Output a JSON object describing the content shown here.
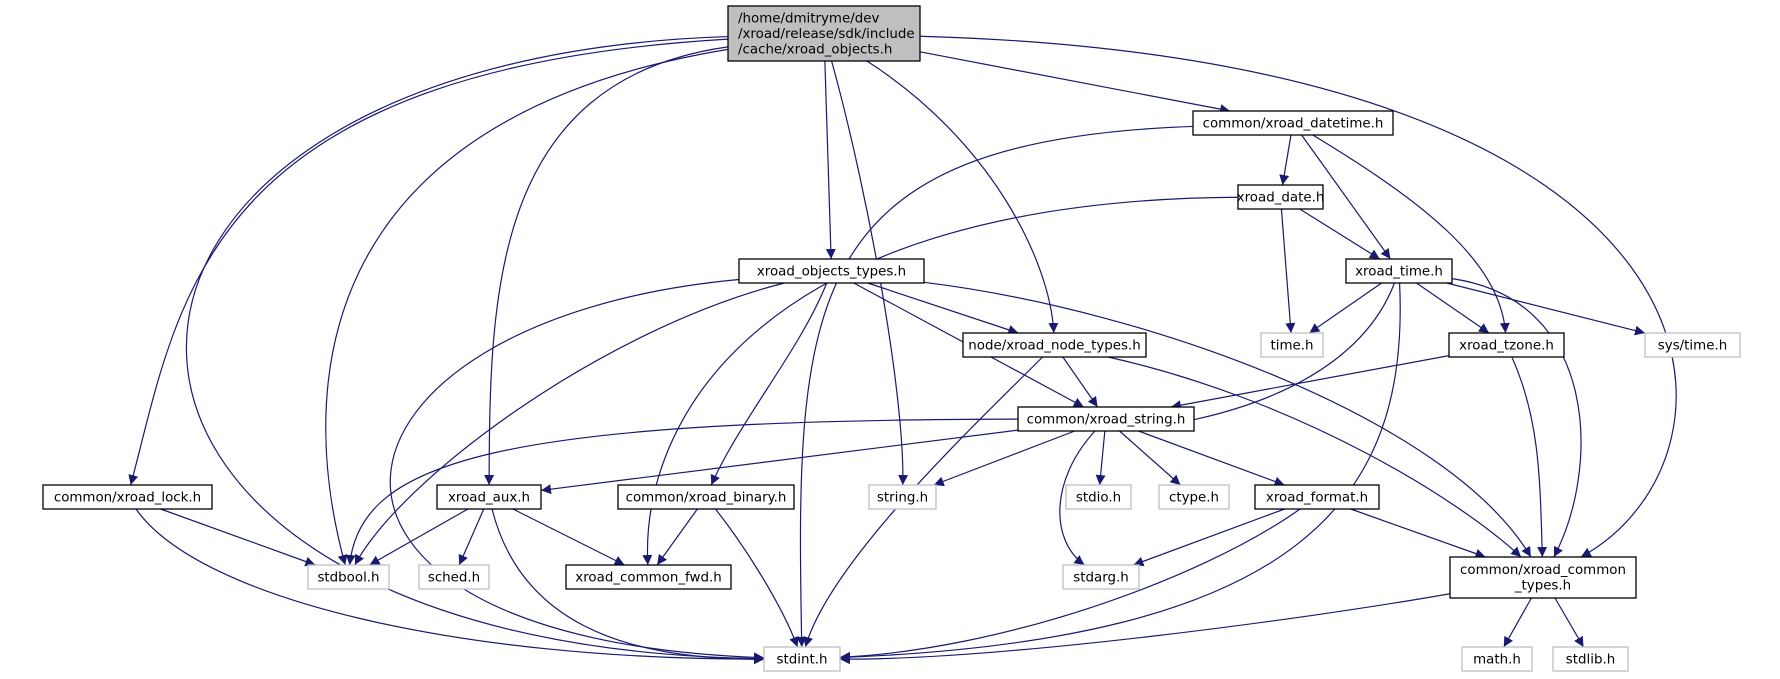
{
  "colors": {
    "edge": "#191970",
    "root_fill": "#bfbfbf",
    "root_border": "#000000",
    "project_border": "#000000",
    "system_border": "#bfbfbf",
    "system_text": "#808080"
  },
  "diagram": {
    "type": "include-dependency-graph",
    "nodes": [
      {
        "id": "root",
        "kind": "root",
        "lines": [
          "/home/dmitryme/dev",
          "/xroad/release/sdk/include",
          "/cache/xroad_objects.h"
        ]
      },
      {
        "id": "datetime",
        "kind": "project",
        "lines": [
          "common/xroad_datetime.h"
        ]
      },
      {
        "id": "date",
        "kind": "project",
        "lines": [
          "xroad_date.h"
        ]
      },
      {
        "id": "objtypes",
        "kind": "project",
        "lines": [
          "xroad_objects_types.h"
        ]
      },
      {
        "id": "time",
        "kind": "project",
        "lines": [
          "xroad_time.h"
        ]
      },
      {
        "id": "nodetypes",
        "kind": "project",
        "lines": [
          "node/xroad_node_types.h"
        ]
      },
      {
        "id": "timeh",
        "kind": "system",
        "lines": [
          "time.h"
        ]
      },
      {
        "id": "tzone",
        "kind": "project",
        "lines": [
          "xroad_tzone.h"
        ]
      },
      {
        "id": "systime",
        "kind": "system",
        "lines": [
          "sys/time.h"
        ]
      },
      {
        "id": "string",
        "kind": "project",
        "lines": [
          "common/xroad_string.h"
        ]
      },
      {
        "id": "lock",
        "kind": "project",
        "lines": [
          "common/xroad_lock.h"
        ]
      },
      {
        "id": "aux",
        "kind": "project",
        "lines": [
          "xroad_aux.h"
        ]
      },
      {
        "id": "binary",
        "kind": "project",
        "lines": [
          "common/xroad_binary.h"
        ]
      },
      {
        "id": "stringh",
        "kind": "system",
        "lines": [
          "string.h"
        ]
      },
      {
        "id": "stdio",
        "kind": "system",
        "lines": [
          "stdio.h"
        ]
      },
      {
        "id": "ctype",
        "kind": "system",
        "lines": [
          "ctype.h"
        ]
      },
      {
        "id": "format",
        "kind": "project",
        "lines": [
          "xroad_format.h"
        ]
      },
      {
        "id": "stdbool",
        "kind": "system",
        "lines": [
          "stdbool.h"
        ]
      },
      {
        "id": "sched",
        "kind": "system",
        "lines": [
          "sched.h"
        ]
      },
      {
        "id": "fwd",
        "kind": "project",
        "lines": [
          "xroad_common_fwd.h"
        ]
      },
      {
        "id": "stdarg",
        "kind": "system",
        "lines": [
          "stdarg.h"
        ]
      },
      {
        "id": "common",
        "kind": "project",
        "lines": [
          "common/xroad_common",
          "_types.h"
        ]
      },
      {
        "id": "stdint",
        "kind": "system",
        "lines": [
          "stdint.h"
        ]
      },
      {
        "id": "math",
        "kind": "system",
        "lines": [
          "math.h"
        ]
      },
      {
        "id": "stdlib",
        "kind": "system",
        "lines": [
          "stdlib.h"
        ]
      }
    ],
    "edges": [
      {
        "from": "root",
        "to": "stdint"
      },
      {
        "from": "root",
        "to": "lock"
      },
      {
        "from": "root",
        "to": "stdbool"
      },
      {
        "from": "root",
        "to": "aux"
      },
      {
        "from": "root",
        "to": "objtypes"
      },
      {
        "from": "root",
        "to": "stringh"
      },
      {
        "from": "root",
        "to": "nodetypes"
      },
      {
        "from": "root",
        "to": "datetime"
      },
      {
        "from": "root",
        "to": "common"
      },
      {
        "from": "datetime",
        "to": "date"
      },
      {
        "from": "datetime",
        "to": "time"
      },
      {
        "from": "datetime",
        "to": "tzone"
      },
      {
        "from": "datetime",
        "to": "stdint"
      },
      {
        "from": "date",
        "to": "time"
      },
      {
        "from": "date",
        "to": "timeh"
      },
      {
        "from": "date",
        "to": "fwd"
      },
      {
        "from": "time",
        "to": "timeh"
      },
      {
        "from": "time",
        "to": "systime"
      },
      {
        "from": "time",
        "to": "tzone"
      },
      {
        "from": "time",
        "to": "string"
      },
      {
        "from": "time",
        "to": "common"
      },
      {
        "from": "time",
        "to": "stdint"
      },
      {
        "from": "tzone",
        "to": "string"
      },
      {
        "from": "tzone",
        "to": "common"
      },
      {
        "from": "objtypes",
        "to": "nodetypes"
      },
      {
        "from": "objtypes",
        "to": "string"
      },
      {
        "from": "objtypes",
        "to": "common"
      },
      {
        "from": "objtypes",
        "to": "binary"
      },
      {
        "from": "objtypes",
        "to": "stdbool"
      },
      {
        "from": "objtypes",
        "to": "stdint"
      },
      {
        "from": "nodetypes",
        "to": "string"
      },
      {
        "from": "nodetypes",
        "to": "stdint"
      },
      {
        "from": "nodetypes",
        "to": "common"
      },
      {
        "from": "string",
        "to": "aux"
      },
      {
        "from": "string",
        "to": "stdbool"
      },
      {
        "from": "string",
        "to": "stringh"
      },
      {
        "from": "string",
        "to": "stdio"
      },
      {
        "from": "string",
        "to": "ctype"
      },
      {
        "from": "string",
        "to": "format"
      },
      {
        "from": "string",
        "to": "stdarg"
      },
      {
        "from": "lock",
        "to": "stdbool"
      },
      {
        "from": "lock",
        "to": "stdint"
      },
      {
        "from": "aux",
        "to": "stdbool"
      },
      {
        "from": "aux",
        "to": "sched"
      },
      {
        "from": "aux",
        "to": "fwd"
      },
      {
        "from": "aux",
        "to": "stdint"
      },
      {
        "from": "binary",
        "to": "fwd"
      },
      {
        "from": "binary",
        "to": "stdint"
      },
      {
        "from": "format",
        "to": "stdarg"
      },
      {
        "from": "format",
        "to": "common"
      },
      {
        "from": "format",
        "to": "stdint"
      },
      {
        "from": "common",
        "to": "stdint"
      },
      {
        "from": "common",
        "to": "math"
      },
      {
        "from": "common",
        "to": "stdlib"
      }
    ]
  }
}
